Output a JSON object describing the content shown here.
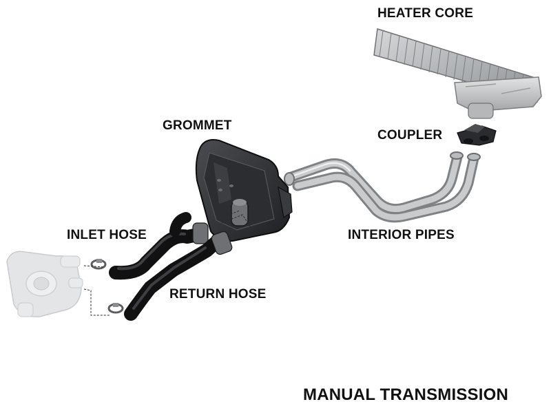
{
  "labels": {
    "heater_core": "HEATER CORE",
    "coupler": "COUPLER",
    "grommet": "GROMMET",
    "interior_pipes": "INTERIOR PIPES",
    "inlet_hose": "INLET HOSE",
    "return_hose": "RETURN HOSE",
    "transmission": "MANUAL TRANSMISSION"
  },
  "colors": {
    "text": "#111111",
    "rubber": "#1c1c1e",
    "metal": "#b7b9bb",
    "ghost_part": "#e4e5e6"
  }
}
